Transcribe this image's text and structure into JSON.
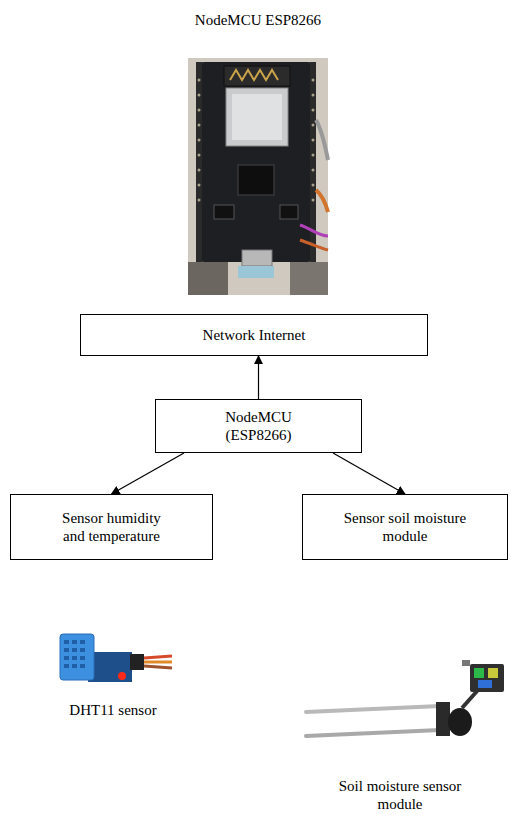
{
  "diagram": {
    "nodes": [
      {
        "text": [
          "Network Internet"
        ]
      },
      {
        "text": [
          "NodeMCU (ESP8266)"
        ]
      },
      {
        "text": [
          "Sensor humidity and temperature"
        ]
      },
      {
        "text": [
          "Sensor soil moisture module"
        ]
      }
    ],
    "edges": [
      {
        "from": 1,
        "to": 0,
        "arrow": "to"
      },
      {
        "from": 1,
        "to": 2,
        "arrow": "to"
      },
      {
        "from": 1,
        "to": 3,
        "arrow": "to"
      }
    ],
    "labels": [
      "NodeMCU ESP8266",
      "DHT11 sensor",
      "Soil moisture sensor module"
    ]
  }
}
